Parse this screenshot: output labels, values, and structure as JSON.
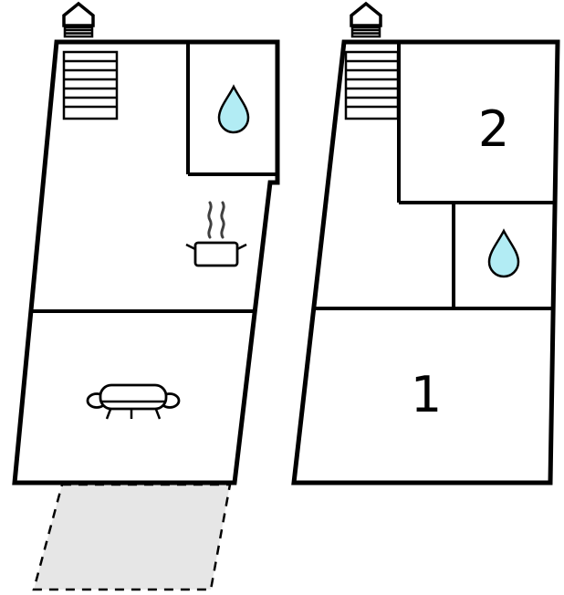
{
  "page": {
    "type": "floor-plan-diagram",
    "background": "#ffffff"
  },
  "colors": {
    "wall": "#000000",
    "water": "#b2ecf4",
    "terrace_fill": "#e6e6e6",
    "steam": "#3f3f3f"
  },
  "floor_plan": {
    "labels": {
      "room_1": "1",
      "room_2": "2"
    },
    "units": [
      {
        "id": "left-unit",
        "features": [
          "chimney-icon",
          "staircase",
          "bathroom-water-drop",
          "kitchen-stove",
          "sofa",
          "dashed-terrace"
        ]
      },
      {
        "id": "right-unit",
        "features": [
          "chimney-icon",
          "staircase",
          "bathroom-water-drop",
          "room-2",
          "room-1"
        ]
      }
    ]
  }
}
